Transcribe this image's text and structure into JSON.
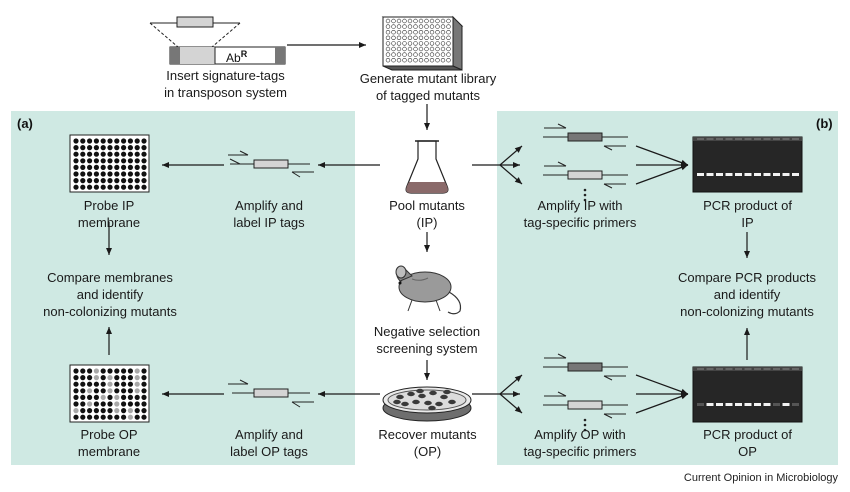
{
  "panels": {
    "a_label": "(a)",
    "b_label": "(b)"
  },
  "colors": {
    "panel_bg": "#cfe9e3",
    "ink": "#1a1a1a",
    "gel_bg": "#2a2a2a",
    "band": "#f2f2f2"
  },
  "top": {
    "insert": {
      "line1": "Insert signature-tags",
      "line2": "in transposon system",
      "gene_label": "Ab",
      "gene_sup": "R"
    },
    "library": {
      "line1": "Generate mutant library",
      "line2": "of tagged mutants"
    }
  },
  "center": {
    "pool": {
      "line1": "Pool mutants",
      "line2": "(IP)"
    },
    "selection": {
      "line1": "Negative selection",
      "line2": "screening system"
    },
    "recover": {
      "line1": "Recover mutants",
      "line2": "(OP)"
    }
  },
  "panel_a": {
    "probe_ip": {
      "line1": "Probe IP",
      "line2": "membrane"
    },
    "amplify_ip": {
      "line1": "Amplify and",
      "line2": "label IP tags"
    },
    "compare": {
      "line1": "Compare membranes",
      "line2": "and identify",
      "line3": "non-colonizing mutants"
    },
    "probe_op": {
      "line1": "Probe OP",
      "line2": "membrane"
    },
    "amplify_op": {
      "line1": "Amplify and",
      "line2": "label OP tags"
    }
  },
  "panel_b": {
    "amplify_ip": {
      "line1": "Amplify IP with",
      "line2": "tag-specific primers"
    },
    "pcr_ip": {
      "line1": "PCR product of",
      "line2": "IP"
    },
    "compare": {
      "line1": "Compare PCR products",
      "line2": "and identify",
      "line3": "non-colonizing mutants"
    },
    "amplify_op": {
      "line1": "Amplify OP with",
      "line2": "tag-specific primers"
    },
    "pcr_op": {
      "line1": "PCR product of",
      "line2": "OP"
    }
  },
  "credit": "Current Opinion in Microbiology"
}
